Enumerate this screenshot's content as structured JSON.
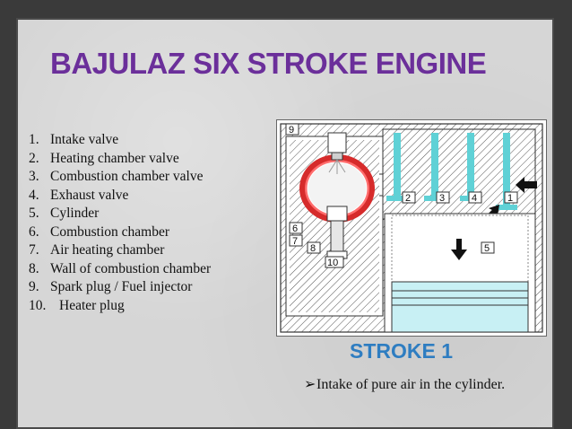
{
  "title": "BAJULAZ SIX STROKE ENGINE",
  "parts": [
    {
      "num": "1.",
      "label": "Intake valve"
    },
    {
      "num": "2.",
      "label": "Heating chamber valve"
    },
    {
      "num": "3.",
      "label": "Combustion chamber valve"
    },
    {
      "num": "4.",
      "label": "Exhaust valve"
    },
    {
      "num": "5.",
      "label": "Cylinder"
    },
    {
      "num": "6.",
      "label": "Combustion chamber"
    },
    {
      "num": "7.",
      "label": "Air heating chamber"
    },
    {
      "num": "8.",
      "label": "Wall of combustion chamber"
    },
    {
      "num": "9.",
      "label": "Spark plug / Fuel injector"
    },
    {
      "num": "10.",
      "label": "Heater plug"
    }
  ],
  "diagram": {
    "labels": [
      "9",
      "6",
      "7",
      "8",
      "10",
      "2",
      "3",
      "4",
      "1",
      "5"
    ]
  },
  "stroke": {
    "title": "STROKE 1",
    "bullet": "➢",
    "description": "Intake of pure air in the cylinder."
  },
  "colors": {
    "title": "#6b2f9a",
    "stroke_title": "#2e7dc1",
    "chamber_red": "#d62b2b",
    "valve_cyan": "#5fd1d6"
  }
}
